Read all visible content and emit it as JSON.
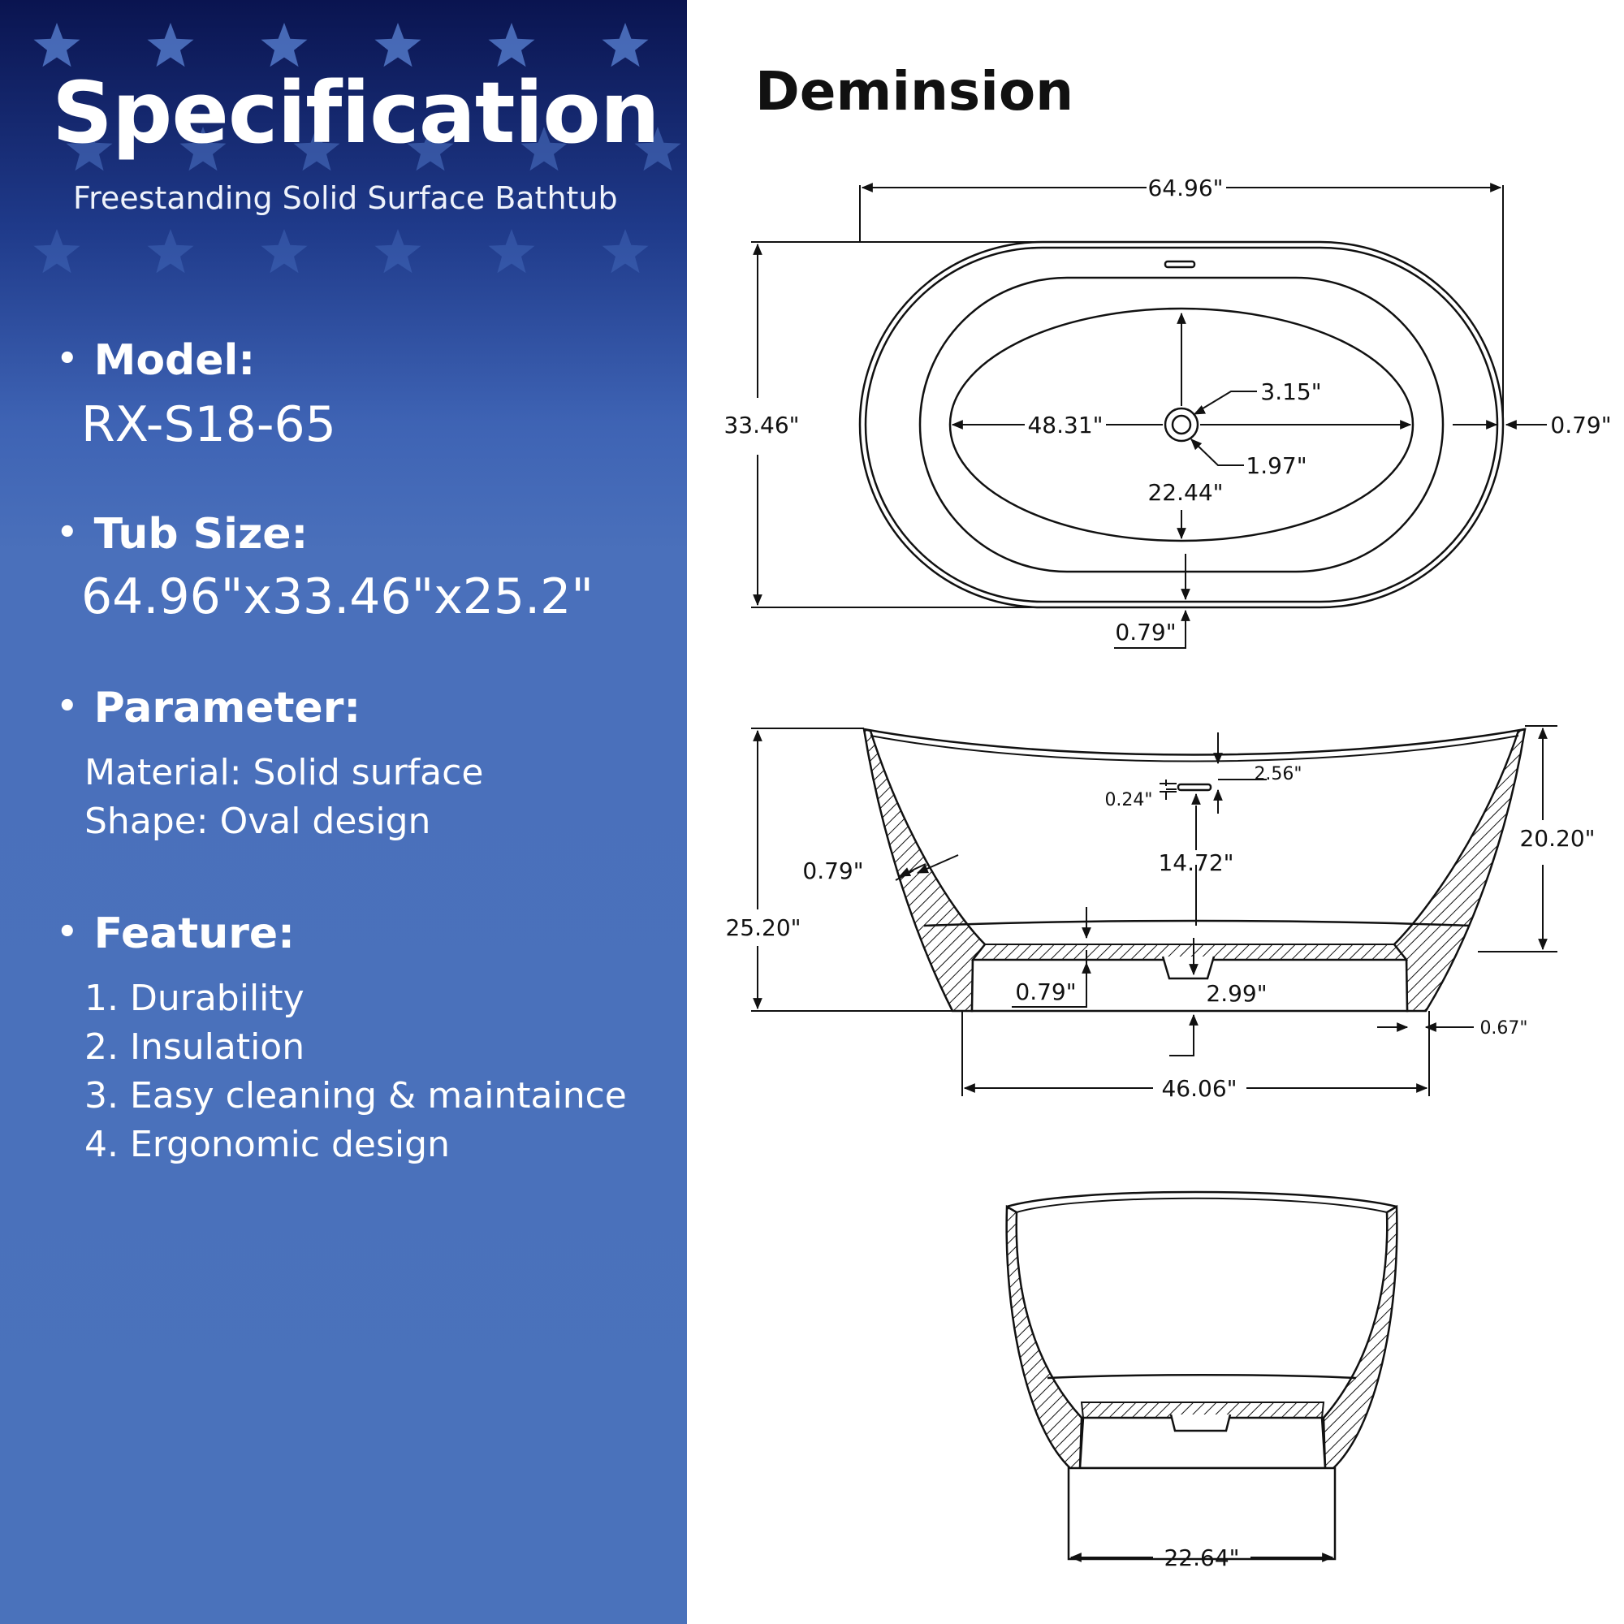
{
  "colors": {
    "panel": "#4a72bb",
    "panel_dark": "#0a1450",
    "line": "#111111"
  },
  "left": {
    "title": "Specification",
    "subtitle": "Freestanding Solid Surface Bathtub",
    "model": {
      "heading": "Model:",
      "value": "RX-S18-65"
    },
    "size": {
      "heading": "Tub Size:",
      "value": "64.96\"x33.46\"x25.2\""
    },
    "parameter": {
      "heading": "Parameter:",
      "items": [
        "Material: Solid surface",
        "Shape: Oval design"
      ]
    },
    "feature": {
      "heading": "Feature:",
      "items": [
        "1. Durability",
        "2. Insulation",
        "3. Easy cleaning & maintaince",
        "4. Ergonomic design"
      ]
    },
    "bullet": "•"
  },
  "dimension": {
    "title": "Deminsion",
    "top_view": {
      "length": "64.96\"",
      "width": "33.46\"",
      "inner_length": "48.31\"",
      "inner_width": "22.44\"",
      "drain_outer": "3.15\"",
      "drain_inner": "1.97\"",
      "rim_right": "0.79\"",
      "rim_bottom": "0.79\""
    },
    "side_view": {
      "overflow_top": "2.56\"",
      "overflow_height": "0.24\"",
      "overflow_to_bottom": "14.72\"",
      "interior_depth": "20.20\"",
      "wall": "0.79\"",
      "total_height": "25.20\"",
      "base_thickness": "0.79\"",
      "drain_depth": "2.99\"",
      "base_wall": "0.67\"",
      "base_length": "46.06\""
    },
    "end_view": {
      "base_width": "22.64\""
    }
  }
}
